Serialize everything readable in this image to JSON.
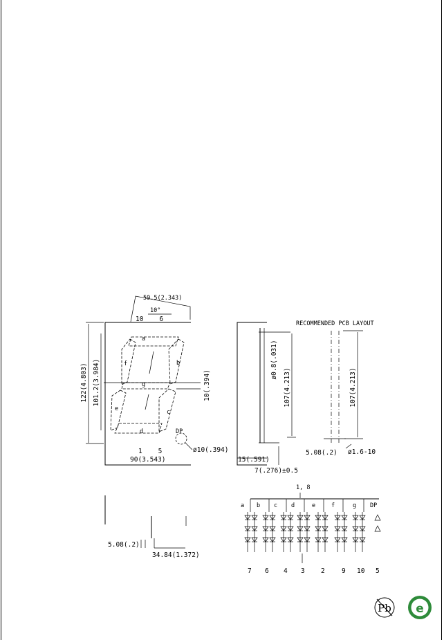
{
  "front_view": {
    "dim_top": "59.5(2.343)",
    "dim_angle": "10°",
    "pins_top": "10    6",
    "dim_height": "122(4.803)",
    "dim_digit_height": "101.2(3.984)",
    "dim_segment_width": "10(.394)",
    "dim_dp": "ø10(.394)",
    "pins_bottom": "1    5",
    "dim_width": "90(3.543)",
    "segment_labels": [
      "a",
      "b",
      "c",
      "d",
      "e",
      "f",
      "g"
    ],
    "dp_label": "DP"
  },
  "side_view": {
    "dim_pin_dia": "ø0.8(.031)",
    "dim_length": "107(4.213)",
    "dim_depth": "15(.591)",
    "dim_pin": "7(.276)±0.5"
  },
  "pcb_layout": {
    "title": "RECOMMENDED PCB LAYOUT",
    "dim_length": "107(4.213)",
    "dim_pitch": "5.08(.2)",
    "dim_hole": "ø1.6-10"
  },
  "bottom_view": {
    "dim_pitch": "5.08(.2)",
    "dim_row": "34.84(1.372)"
  },
  "circuit": {
    "common_pins": "1, 8",
    "segments": [
      "a",
      "b",
      "c",
      "d",
      "e",
      "f",
      "g",
      "DP"
    ],
    "pin_numbers": [
      "7",
      "6",
      "4",
      "3",
      "2",
      "9",
      "10",
      "5"
    ]
  },
  "logos": {
    "pb_free": "Pb",
    "rohs": "e"
  }
}
